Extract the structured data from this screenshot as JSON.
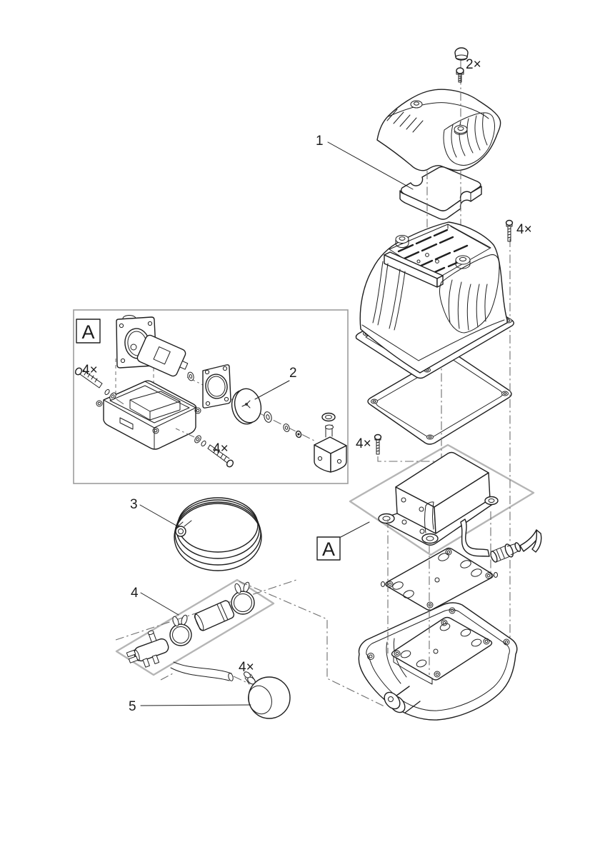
{
  "drawing_type": "exploded-parts-diagram",
  "colors": {
    "ink": "#1f1f1f",
    "region_outline": "#b5b5b5",
    "centerline": "#6e6e6e"
  },
  "callouts": {
    "part1": "1",
    "part2": "2",
    "part3": "3",
    "part4": "4",
    "part5": "5"
  },
  "quantities": {
    "cover_screws": "2×",
    "housing_screws": "4×",
    "gasket_screws": "4×",
    "detail_bracket_screws": "4×",
    "detail_pump_screws": "4×",
    "air_stones": "4×"
  },
  "sections": {
    "detail_box_label": "A",
    "detail_reference_label": "A"
  }
}
